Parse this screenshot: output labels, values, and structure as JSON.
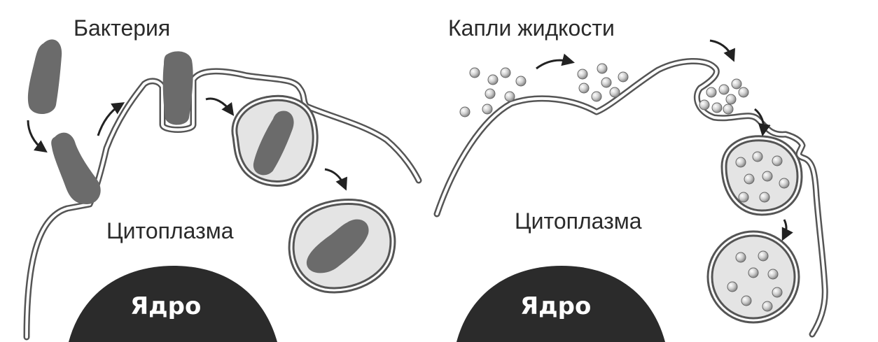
{
  "panels": [
    {
      "process": "phagocytosis",
      "object_label": "Бактерия",
      "cytoplasm_label": "Цитоплазма",
      "nucleus_label": "Ядро"
    },
    {
      "process": "pinocytosis",
      "object_label": "Капли жидкости",
      "cytoplasm_label": "Цитоплазма",
      "nucleus_label": "Ядро"
    }
  ],
  "colors": {
    "bacterium": "#6b6b6b",
    "membrane": "#555555",
    "vesicle_fill": "#e4e4e4",
    "nucleus": "#2b2b2b",
    "droplet": "#c8c8c8",
    "arrow": "#222222"
  }
}
